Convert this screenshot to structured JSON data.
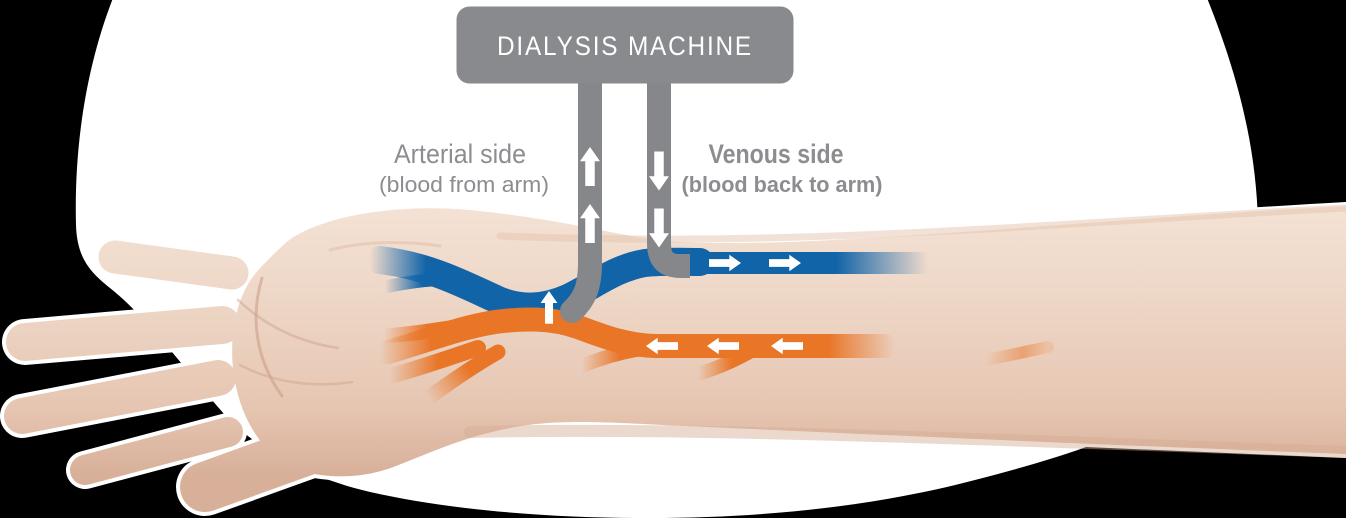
{
  "machine": {
    "label": "DIALYSIS MACHINE"
  },
  "sides": {
    "arterial": {
      "title": "Arterial side",
      "subtitle": "(blood from arm)",
      "tube_flow_direction": "up",
      "tube_arrow_count": 2
    },
    "venous": {
      "title": "Venous side",
      "subtitle": "(blood back to arm)",
      "tube_flow_direction": "down",
      "tube_arrow_count": 2
    }
  },
  "vessels": {
    "vein": {
      "color": "#1164a8",
      "arrow_direction": "right",
      "arrow_count": 2
    },
    "artery": {
      "color": "#e97527",
      "arrow_direction": "left",
      "arrow_count": 3
    },
    "fistula_arrow_direction": "up"
  },
  "colors": {
    "background": "#000000",
    "backdrop": "#ffffff",
    "machine_gray": "#898a8d",
    "tube_gray": "#85878a",
    "label_gray": "#8b8d90",
    "text_white": "#ffffff",
    "arrow_white": "#ffffff",
    "vein_blue": "#1164a8",
    "artery_orange": "#e97527",
    "skin": "#ecd3c2"
  }
}
